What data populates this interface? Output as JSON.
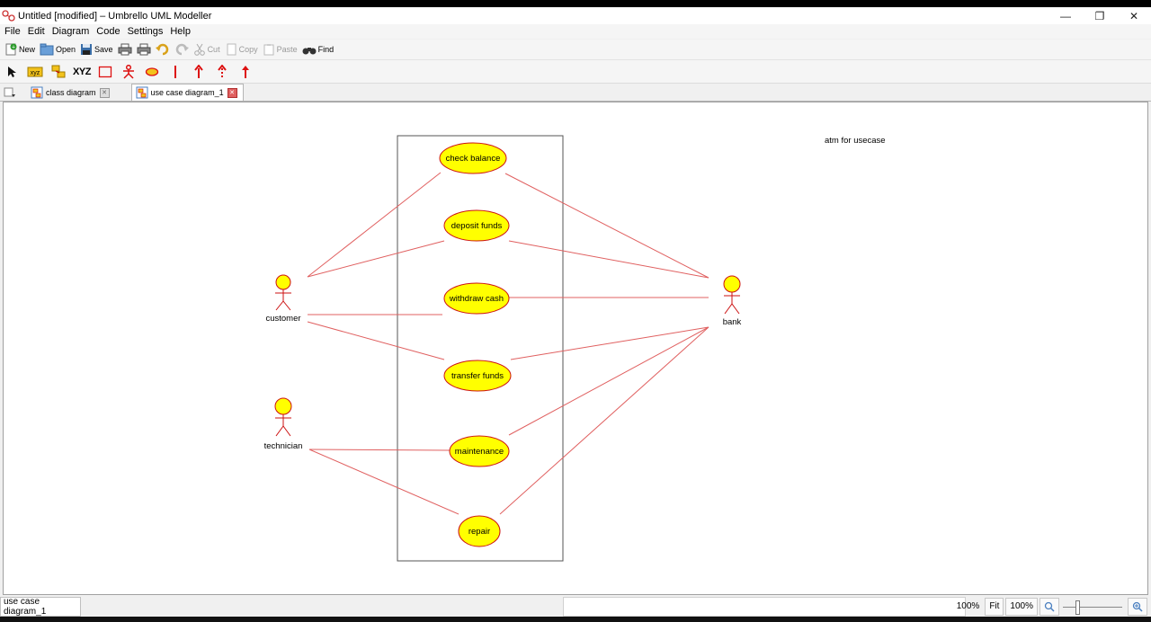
{
  "window": {
    "title": "Untitled [modified] – Umbrello UML Modeller"
  },
  "menu": [
    "File",
    "Edit",
    "Diagram",
    "Code",
    "Settings",
    "Help"
  ],
  "toolbar": {
    "new": "New",
    "open": "Open",
    "save": "Save",
    "cut": "Cut",
    "copy": "Copy",
    "paste": "Paste",
    "find": "Find"
  },
  "tools": {
    "text_tool": "XYZ"
  },
  "tabs": [
    {
      "label": "class diagram",
      "active": false
    },
    {
      "label": "use case diagram_1",
      "active": true
    }
  ],
  "diagram": {
    "note": "atm for usecase",
    "actors": [
      "customer",
      "technician",
      "bank"
    ],
    "usecases": [
      "check balance",
      "deposit funds",
      "withdraw cash",
      "transfer funds",
      "maintenance",
      "repair"
    ]
  },
  "status": {
    "diagram_name": "use case diagram_1",
    "zoom": "100%",
    "fit_label": "Fit",
    "zoom_reset": "100%"
  },
  "colors": {
    "usecase_fill": "#ffff00",
    "usecase_stroke": "#cc1111",
    "line": "#e06060",
    "accent_red": "#dd1111"
  }
}
